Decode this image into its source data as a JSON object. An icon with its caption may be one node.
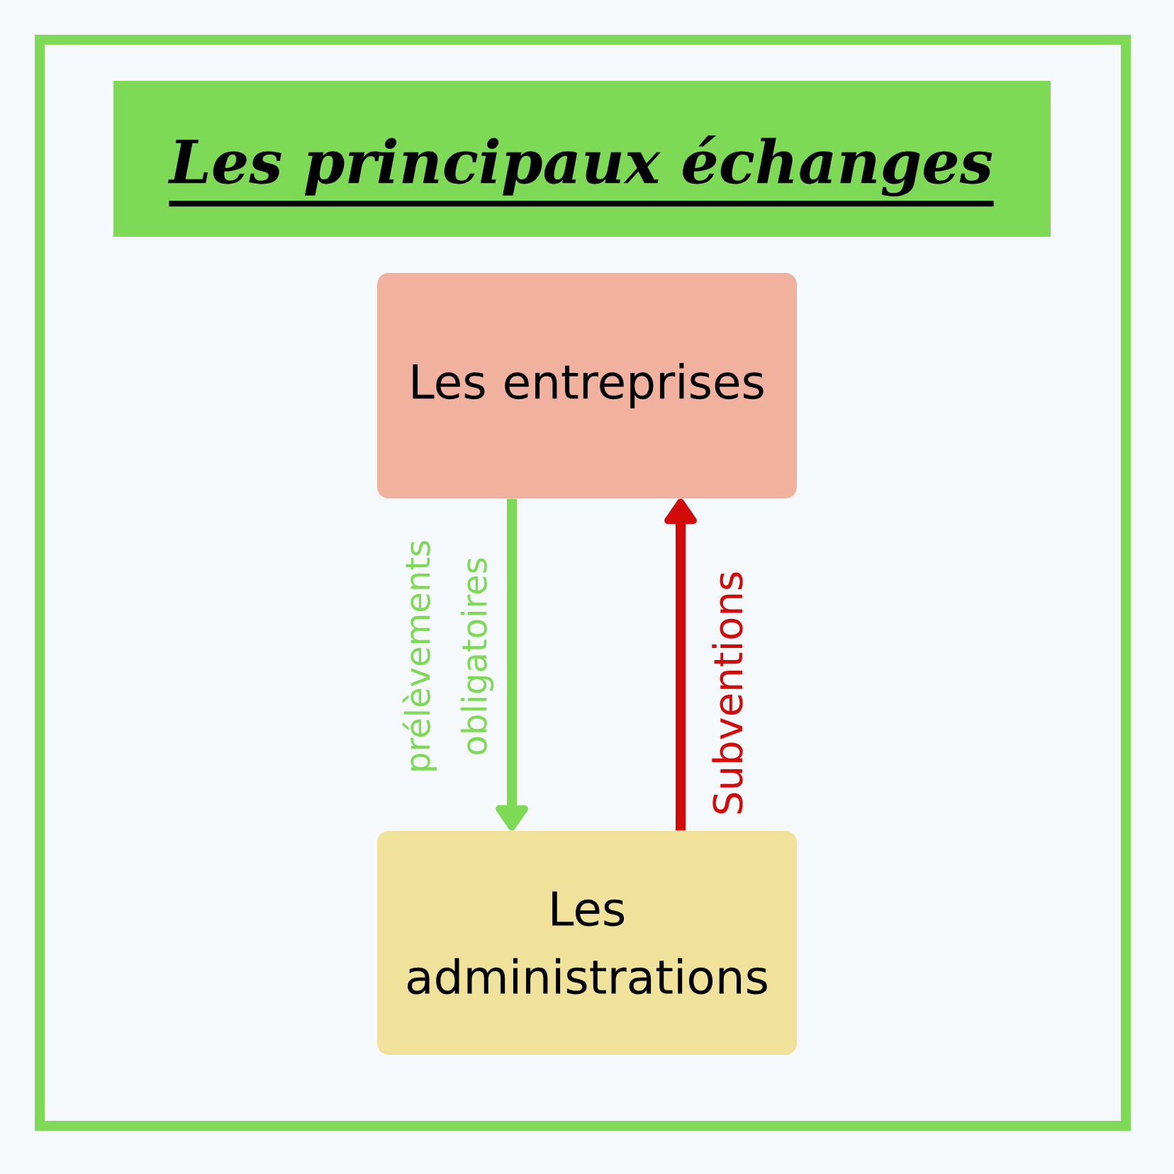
{
  "diagram": {
    "title": "Les principaux échanges",
    "nodes": [
      {
        "text": [
          "Les entreprises"
        ]
      },
      {
        "text": [
          "Les administrations"
        ]
      }
    ],
    "edges": [
      {
        "from": 0,
        "to": 1,
        "arrow": "to",
        "label": "prélèvements obligatoires",
        "color": "#7ed957"
      },
      {
        "from": 1,
        "to": 0,
        "arrow": "to",
        "label": "Subventions",
        "color": "#d20a0a"
      }
    ]
  }
}
